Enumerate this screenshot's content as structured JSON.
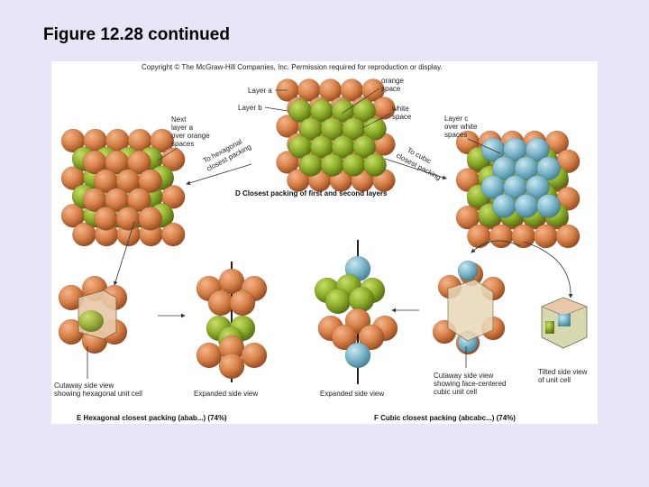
{
  "slide": {
    "title": "Figure 12.28 continued"
  },
  "figure": {
    "copyright": "Copyright © The McGraw-Hill Companies, Inc. Permission required for reproduction or display.",
    "labels": {
      "layer_a": "Layer a",
      "layer_b": "Layer b",
      "orange_space_1": "orange",
      "orange_space_2": "space",
      "white_space_1": "white",
      "white_space_2": "space",
      "next_layer_1": "Next",
      "next_layer_2": "layer a",
      "next_layer_3": "over orange",
      "next_layer_4": "spaces",
      "layer_c_1": "Layer c",
      "layer_c_2": "over white",
      "layer_c_3": "spaces",
      "to_hex_1": "To hexagonal",
      "to_hex_2": "closest packing",
      "to_cubic_1": "To cubic",
      "to_cubic_2": "closest packing",
      "panel_d": "D  Closest packing of first and second layers",
      "cutaway_hex_1": "Cutaway side view",
      "cutaway_hex_2": "showing hexagonal unit cell",
      "expanded_1": "Expanded side view",
      "expanded_2": "Expanded side view",
      "cutaway_fcc_1": "Cutaway side view",
      "cutaway_fcc_2": "showing face-centered",
      "cutaway_fcc_3": "cubic unit cell",
      "tilted_1": "Tilted side view",
      "tilted_2": "of unit cell",
      "panel_e": "E  Hexagonal closest packing (abab...) (74%)",
      "panel_f": "F  Cubic closest packing (abcabc...) (74%)"
    },
    "colors": {
      "orange": "#d9824a",
      "green": "#8fb02a",
      "blue": "#7fb8cc",
      "arrow": "#333333",
      "rod": "#222222"
    }
  }
}
